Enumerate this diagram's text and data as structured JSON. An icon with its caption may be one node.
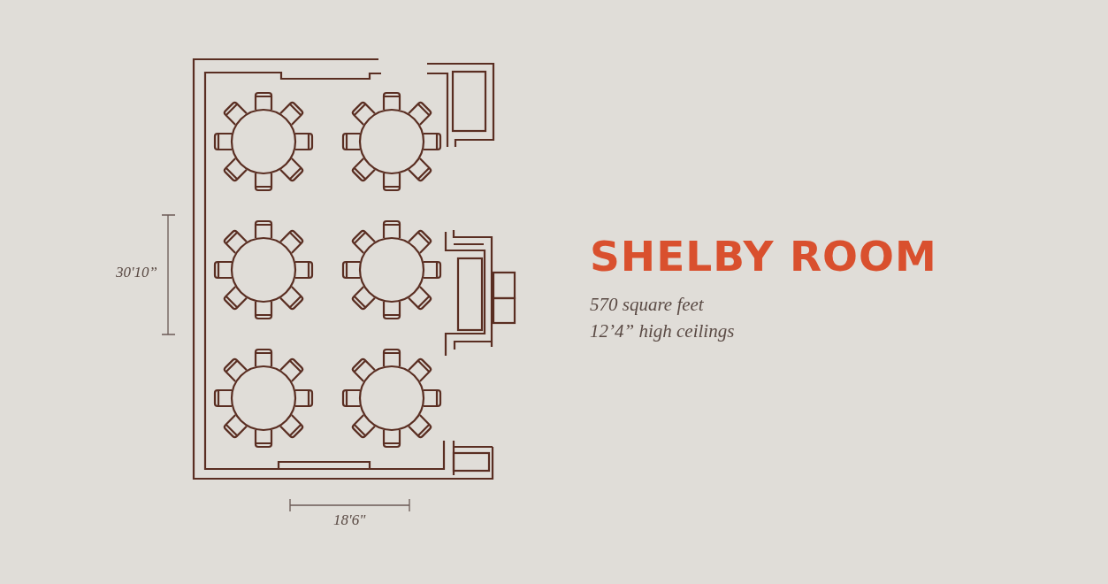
{
  "diagram": {
    "title": "SHELBY ROOM",
    "labels": [
      "30'10”",
      "570 square feet",
      "12’4” high ceilings",
      "18'6\""
    ]
  }
}
